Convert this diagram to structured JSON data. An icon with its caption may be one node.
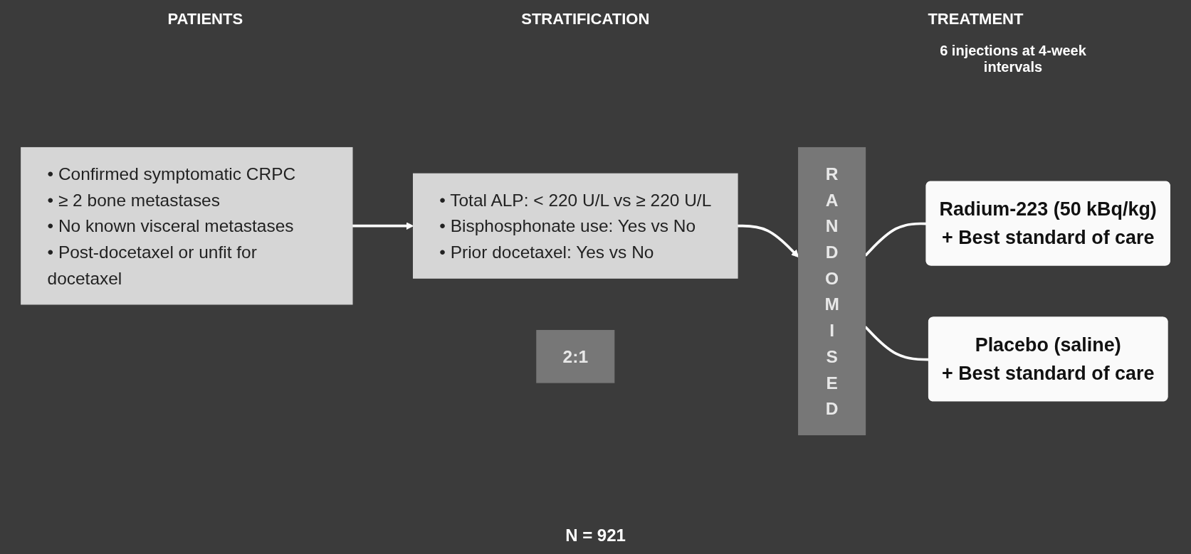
{
  "diagram": {
    "nodes": [
      {
        "text": [
          "• Confirmed symptomatic CRPC",
          "• ≥ 2 bone metastases",
          "• No known visceral metastases",
          "• Post-docetaxel or unfit for docetaxel"
        ]
      },
      {
        "text": [
          "• Total ALP: < 220 U/L vs ≥ 220 U/L",
          "• Bisphosphonate use: Yes vs No",
          "• Prior docetaxel: Yes vs No"
        ]
      },
      {
        "text": [
          "RANDOMISED"
        ]
      },
      {
        "text": [
          "2:1"
        ]
      },
      {
        "text": [
          "Radium-223 (50 kBq/kg)",
          "+ Best standard of care"
        ]
      },
      {
        "text": [
          "Placebo (saline)",
          "+ Best standard of care"
        ]
      }
    ],
    "edges": [
      {
        "from": 0,
        "to": 1,
        "arrow": "to"
      },
      {
        "from": 1,
        "to": 2,
        "arrow": "to"
      },
      {
        "from": 2,
        "to": 4,
        "arrow": "none"
      },
      {
        "from": 2,
        "to": 5,
        "arrow": "none"
      }
    ],
    "labels": [
      "PATIENTS",
      "STRATIFICATION",
      "TREATMENT",
      "6 injections at 4-week intervals",
      "N = 921"
    ]
  }
}
